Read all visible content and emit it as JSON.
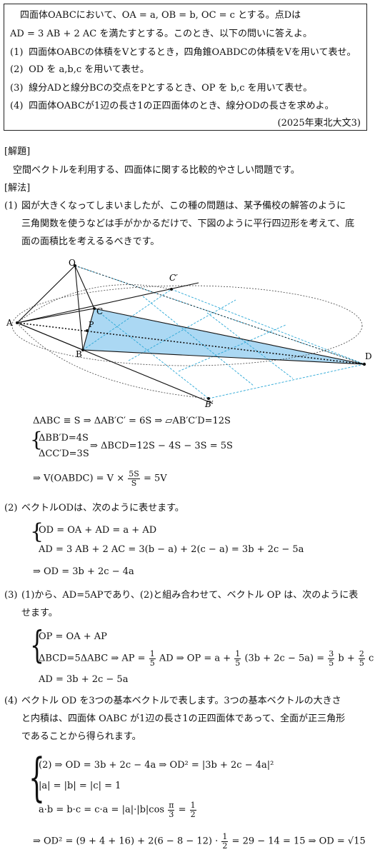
{
  "problem": {
    "line1": "四面体OABCにおいて、OA = a, OB = b, OC = c とする。点Dは",
    "line2": "AD = 3 AB + 2 AC を満たすとする。このとき、以下の問いに答えよ。",
    "q1_num": "(1)",
    "q1": "四面体OABCの体積をVとするとき，四角錐OABDCの体積をVを用いて表せ。",
    "q2_num": "(2)",
    "q2": "OD を a,b,c を用いて表せ。",
    "q3_num": "(3)",
    "q3": "線分ADと線分BCの交点をPとするとき、OP を b,c を用いて表せ。",
    "q4_num": "(4)",
    "q4": "四面体OABCが1辺の長さ1の正四面体のとき、線分ODの長さを求めよ。",
    "source": "(2025年東北大文3)"
  },
  "sections": {
    "kaidai_label": "[解題]",
    "kaidai_text": "空間ベクトルを利用する、四面体に関する比較的やさしい問題です。",
    "kaihou_label": "[解法]"
  },
  "s1": {
    "num": "(1)",
    "line1": "図が大きくなってしまいましたが、この種の問題は、某予備校の解答のように",
    "line2": "三角関数を使うなどは手がかかるだけで、下図のように平行四辺形を考えて、底",
    "line3": "面の面積比を考えるるべきです。",
    "eq1": "ΔABC ≡ S ⇒ ΔAB′C′ = 6S ⇒ ▱AB′C′D=12S",
    "eq2a": "ΔBB′D=4S",
    "eq2b": "ΔCC′D=3S",
    "eq2c": "⇒ ΔBCD=12S − 4S − 3S = 5S",
    "eq3": "⇒ V(OABDC) = V ×",
    "eq3_num": "5S",
    "eq3_den": "S",
    "eq3_tail": "= 5V"
  },
  "figure": {
    "labels": {
      "O": "O",
      "A": "A",
      "B": "B",
      "C": "C",
      "P": "P",
      "D": "D",
      "Cp": "C′",
      "Bp": "B′"
    }
  },
  "s2": {
    "num": "(2)",
    "line1": "ベクトルODは、次のように表せます。",
    "eq1": "OD = OA + AD = a + AD",
    "eq2": "AD = 3 AB + 2 AC = 3(b − a) + 2(c − a) = 3b + 2c − 5a",
    "eq3": "⇒ OD = 3b + 2c − 4a"
  },
  "s3": {
    "num": "(3)",
    "line1": "(1)から、AD=5APであり、(2)と組み合わせて、ベクトル OP は、次のように表",
    "line2": "せます。",
    "eq1": "OP = OA + AP",
    "eq2a": "ΔBCD=5ΔABC ⇒ AP =",
    "eq2b": "AD ⇒ OP = a +",
    "eq2c": "(3b + 2c − 5a) =",
    "eq2d": "b +",
    "eq2e": "c",
    "f1n": "1",
    "f1d": "5",
    "f2n": "1",
    "f2d": "5",
    "f3n": "3",
    "f3d": "5",
    "f4n": "2",
    "f4d": "5",
    "eq3": "AD = 3b + 2c − 5a"
  },
  "s4": {
    "num": "(4)",
    "line1": "ベクトル OD を3つの基本ベクトルで表します。3つの基本ベクトルの大きさ",
    "line2": "と内積は、四面体 OABC が1辺の長さ1の正四面体であって、全面が正三角形",
    "line3": "であることから得られます。",
    "eq1": "(2) ⇒ OD = 3b + 2c − 4a ⇒ OD² = |3b + 2c − 4a|²",
    "eq2": "|a| = |b| = |c| = 1",
    "eq3a": "a·b = b·c = c·a = |a|·|b|cos",
    "eq3_fn": "π",
    "eq3_fd": "3",
    "eq3b": "=",
    "eq3_gn": "1",
    "eq3_gd": "2",
    "eq4a": "⇒ OD² = (9 + 4 + 16) + 2(6 − 8 − 12) ·",
    "eq4_fn": "1",
    "eq4_fd": "2",
    "eq4b": "= 29 − 14 = 15 ⇒ OD = √15"
  }
}
